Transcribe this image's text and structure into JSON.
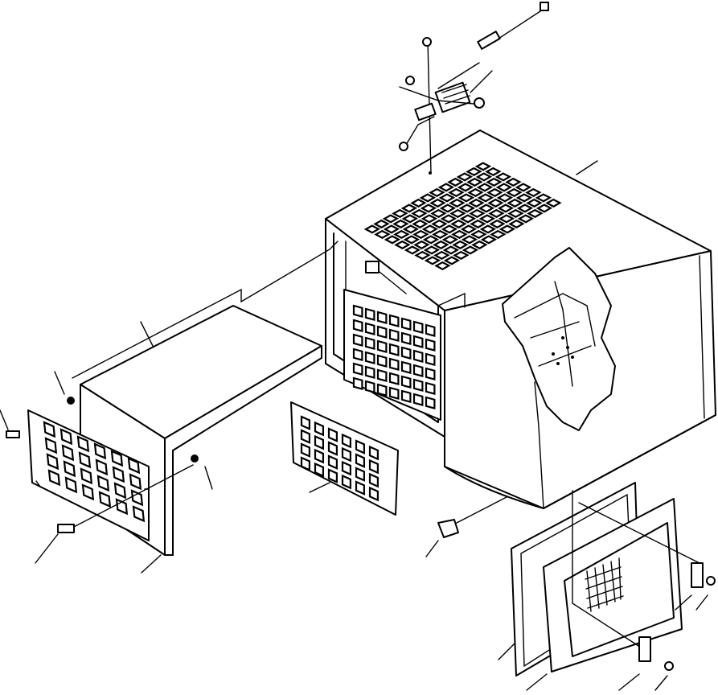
{
  "diagram": {
    "kind": "exploded-view parts illustration",
    "callouts": [
      {
        "id": "c1"
      },
      {
        "id": "c2"
      },
      {
        "id": "c3"
      },
      {
        "id": "c4"
      },
      {
        "id": "c5"
      },
      {
        "id": "c6"
      },
      {
        "id": "c7"
      },
      {
        "id": "c8"
      },
      {
        "id": "c9"
      },
      {
        "id": "c10"
      },
      {
        "id": "c11"
      },
      {
        "id": "c12"
      },
      {
        "id": "c13"
      },
      {
        "id": "c14"
      },
      {
        "id": "c15"
      },
      {
        "id": "c16"
      },
      {
        "id": "c17"
      },
      {
        "id": "c18"
      }
    ],
    "grids": {
      "top_panel": {
        "rows": 8,
        "cols": 13
      },
      "right_front_panel": {
        "rows": 6,
        "cols": 7
      },
      "left_front_panel": {
        "rows": 4,
        "cols": 6
      },
      "center_small_panel": {
        "rows": 4,
        "cols": 6
      }
    }
  }
}
